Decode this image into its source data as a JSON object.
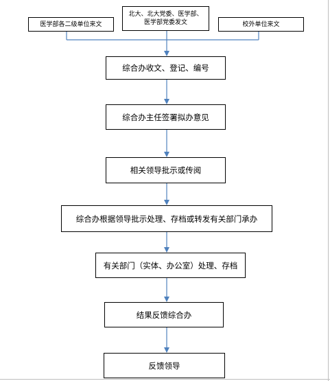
{
  "sources": [
    {
      "lines": [
        "医学部各二级单位来文"
      ]
    },
    {
      "lines": [
        "北大、北大党委、医学部、",
        "医学部党委发文"
      ]
    },
    {
      "lines": [
        "校外单位来文"
      ]
    }
  ],
  "steps": [
    "综合办收文、登记、编号",
    "综合办主任签署拟办意见",
    "相关领导批示或传阅",
    "综合办根据领导批示处理、存档或转发有关部门承办",
    "有关部门（实体、办公室）处理、存档",
    "结果反馈综合办",
    "反馈领导"
  ],
  "colors": {
    "connector": "#4f81bd",
    "box_border": "#000000",
    "frame": "#bdbdbd"
  }
}
